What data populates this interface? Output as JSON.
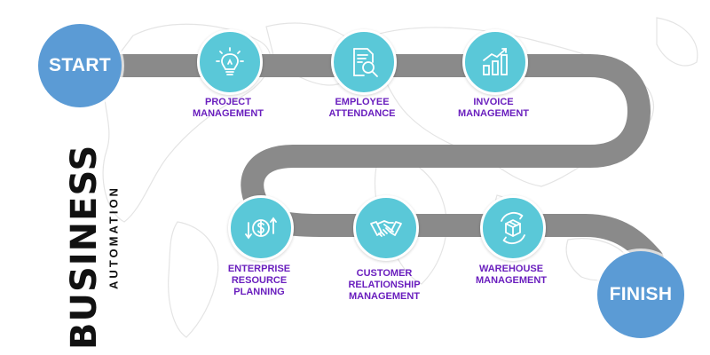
{
  "title": {
    "main": "BUSINESS",
    "sub": "AUTOMATION"
  },
  "start_label": "START",
  "finish_label": "FINISH",
  "colors": {
    "road": "#8a8a8a",
    "terminal": "#5b9bd5",
    "step_circle": "#5ac8d8",
    "label_text": "#6a1fbe"
  },
  "steps": [
    {
      "icon": "lightbulb-icon",
      "label_lines": [
        "PROJECT",
        "MANAGEMENT"
      ]
    },
    {
      "icon": "document-search-icon",
      "label_lines": [
        "EMPLOYEE",
        "ATTENDANCE"
      ]
    },
    {
      "icon": "bar-chart-icon",
      "label_lines": [
        "INVOICE",
        "MANAGEMENT"
      ]
    },
    {
      "icon": "dollar-cycle-icon",
      "label_lines": [
        "ENTERPRISE",
        "RESOURCE",
        "PLANNING"
      ]
    },
    {
      "icon": "handshake-icon",
      "label_lines": [
        "CUSTOMER",
        "RELATIONSHIP",
        "MANAGEMENT"
      ]
    },
    {
      "icon": "box-cycle-icon",
      "label_lines": [
        "WAREHOUSE",
        "MANAGEMENT"
      ]
    }
  ]
}
